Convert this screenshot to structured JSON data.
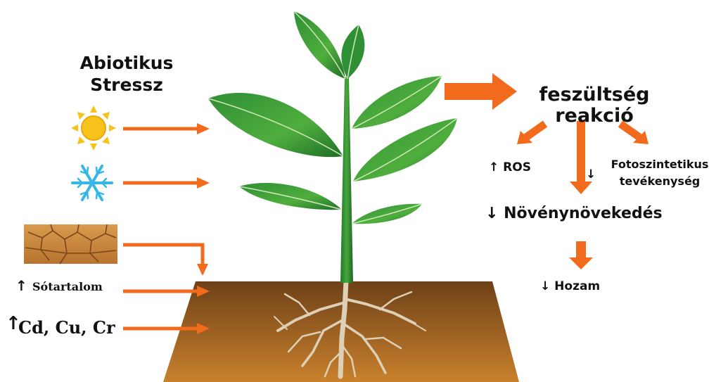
{
  "title": {
    "line1": "Abiotikus",
    "line2": "Stressz"
  },
  "stressors": {
    "heat_icon": "sun-icon",
    "cold_icon": "snowflake-icon",
    "drought_icon": "cracked-soil-icon",
    "salt_label": "Sótartalom",
    "salt_arrow": "↑",
    "metal_label": "Cd, Cu, Cr",
    "metal_arrow": "↑"
  },
  "response": {
    "line1": "feszültség",
    "line2": "reakció"
  },
  "effects": {
    "ros": "↑ ROS",
    "photo_line1": "Fotoszintetikus",
    "photo_line2": "tevékenység",
    "photo_arrow": "↓",
    "growth": "↓  Növénynövekedés",
    "yield": "↓ Hozam"
  },
  "colors": {
    "arrow": "#f26a1b",
    "soil_top": "#7a4a1c",
    "soil_bottom": "#c17a2a",
    "leaf_dark": "#1f7a2c",
    "leaf_light": "#6cc04a",
    "sun": "#f7c21a",
    "snow": "#35b7e8",
    "roots": "#d9cbb0"
  }
}
